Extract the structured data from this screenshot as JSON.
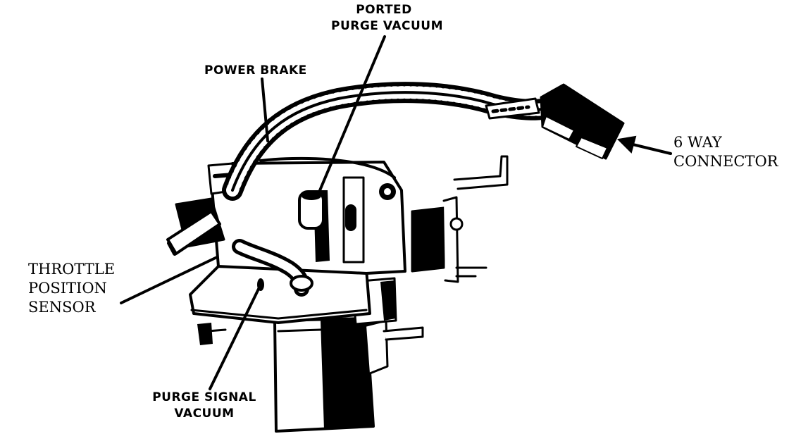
{
  "labels": {
    "ported_purge_vacuum": {
      "line1": "PORTED",
      "line2": "PURGE VACUUM"
    },
    "power_brake": "POWER BRAKE",
    "six_way_connector": {
      "line1": "6 WAY",
      "line2": "CONNECTOR"
    },
    "throttle_position_sensor": {
      "line1": "THROTTLE",
      "line2": "POSITION",
      "line3": "SENSOR"
    },
    "purge_signal_vacuum": {
      "line1": "PURGE SIGNAL",
      "line2": "VACUUM"
    }
  },
  "colors": {
    "ink": "#000000",
    "paper": "#ffffff"
  }
}
